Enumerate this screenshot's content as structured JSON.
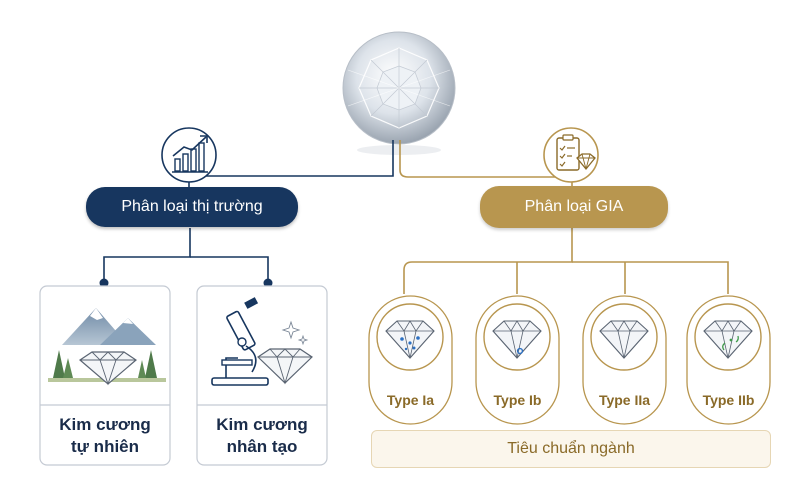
{
  "root": {
    "icon": "diamond-gem-icon"
  },
  "market": {
    "label": "Phân loại thị trường",
    "icon": "trending-chart-icon",
    "color": "#17365f",
    "cards": [
      {
        "line1": "Kim cương",
        "line2": "tự nhiên",
        "icon": "mountain-diamond-icon"
      },
      {
        "line1": "Kim cương",
        "line2": "nhân tạo",
        "icon": "microscope-diamond-icon"
      }
    ]
  },
  "gia": {
    "label": "Phân loại GIA",
    "icon": "clipboard-diamond-icon",
    "color": "#b8964f",
    "types": [
      {
        "label": "Type Ia",
        "icon": "diamond-inclusion-blue-icon"
      },
      {
        "label": "Type Ib",
        "icon": "diamond-dot-blue-icon"
      },
      {
        "label": "Type IIa",
        "icon": "diamond-clear-icon"
      },
      {
        "label": "Type IIb",
        "icon": "diamond-inclusion-green-icon"
      }
    ],
    "standard_label": "Tiêu chuẩn ngành"
  }
}
